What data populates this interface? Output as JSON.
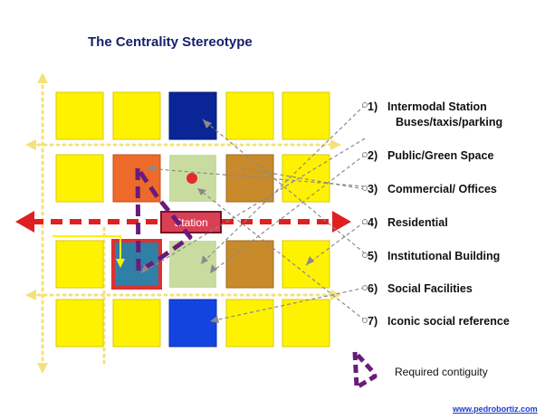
{
  "title": "The Centrality Stereotype",
  "station_label": "Station",
  "legend": [
    {
      "num": "1)",
      "label": "Intermodal Station",
      "sub": "Buses/taxis/parking"
    },
    {
      "num": "2)",
      "label": "Public/Green Space"
    },
    {
      "num": "3)",
      "label": "Commercial/ Offices"
    },
    {
      "num": "4)",
      "label": "Residential"
    },
    {
      "num": "5)",
      "label": "Institutional Building"
    },
    {
      "num": "6)",
      "label": "Social Facilities"
    },
    {
      "num": "7)",
      "label": "Iconic social reference"
    }
  ],
  "contiguity_label": "Required contiguity",
  "website": "www.pedrobortiz.com",
  "colors": {
    "title": "#14206e",
    "residential": "#fff200",
    "intermodal": "#0a2596",
    "social_facilities": "#1444e0",
    "commercial": "#c88a2a",
    "institutional": "#ee6a2a",
    "green_space": "#c9dca0",
    "station_block": "#2f7fa6",
    "station_arrow": "#e02020",
    "contiguity": "#6a1b7a",
    "axis_dots": "#f3e27a"
  }
}
